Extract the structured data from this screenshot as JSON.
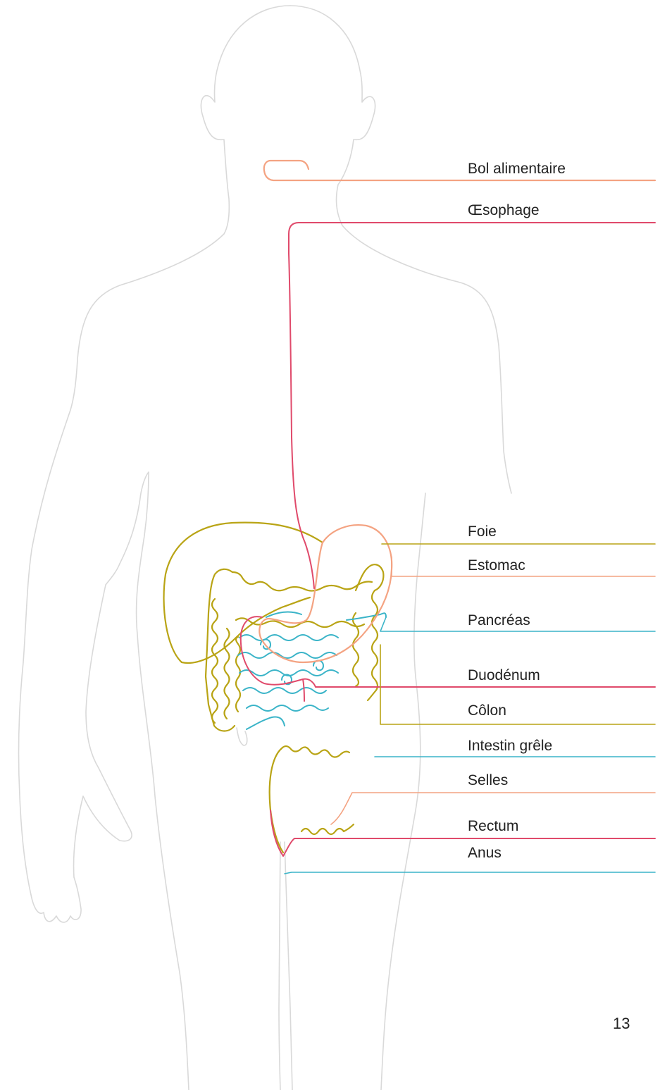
{
  "labels": {
    "bol": {
      "text": "Bol alimentaire",
      "color": "#f4a382"
    },
    "oesophage": {
      "text": "Œsophage",
      "color": "#e04a6b"
    },
    "foie": {
      "text": "Foie",
      "color": "#b9a415"
    },
    "estomac": {
      "text": "Estomac",
      "color": "#f4a382"
    },
    "pancreas": {
      "text": "Pancréas",
      "color": "#3ab4c8"
    },
    "duodenum": {
      "text": "Duodénum",
      "color": "#e04a6b"
    },
    "colon": {
      "text": "Côlon",
      "color": "#b9a415"
    },
    "intestin": {
      "text": "Intestin grêle",
      "color": "#3ab4c8"
    },
    "selles": {
      "text": "Selles",
      "color": "#f4a382"
    },
    "rectum": {
      "text": "Rectum",
      "color": "#e04a6b"
    },
    "anus": {
      "text": "Anus",
      "color": "#3ab4c8"
    }
  },
  "page_number": "13",
  "colors": {
    "body_outline": "#d9d9d9",
    "text": "#222222"
  }
}
